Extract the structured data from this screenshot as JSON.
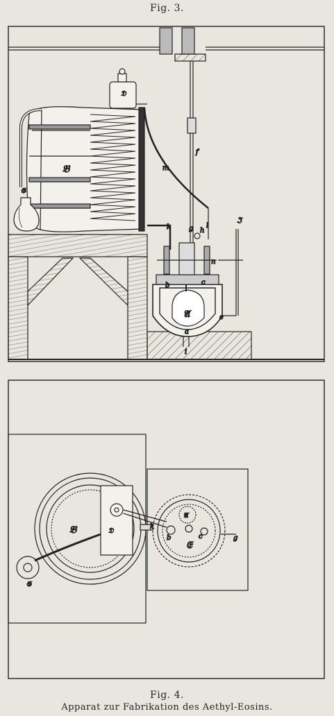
{
  "figure3": {
    "caption": "Fig. 3.",
    "labels": {
      "D": "𝔇",
      "B": "𝔅",
      "G": "𝔊",
      "m": "m",
      "f": "f",
      "k": "k",
      "g": "g",
      "h": "h",
      "l": "l",
      "I": "𝔍",
      "n": "n",
      "b": "b",
      "c": "c",
      "A": "𝔄",
      "a": "a",
      "i": "i",
      "e": "e"
    }
  },
  "figure4": {
    "caption": "Fig. 4.",
    "subtitle": "Apparat zur Fabrikation des Aethyl-Eosins.",
    "labels": {
      "B": "𝔅",
      "D": "𝔇",
      "G": "𝔊",
      "k": "k",
      "A": "𝔄",
      "b": "b",
      "C": "𝔈",
      "c": "c",
      "g": "g"
    }
  },
  "colors": {
    "paper": "#e9e6df",
    "ink": "#222222"
  }
}
